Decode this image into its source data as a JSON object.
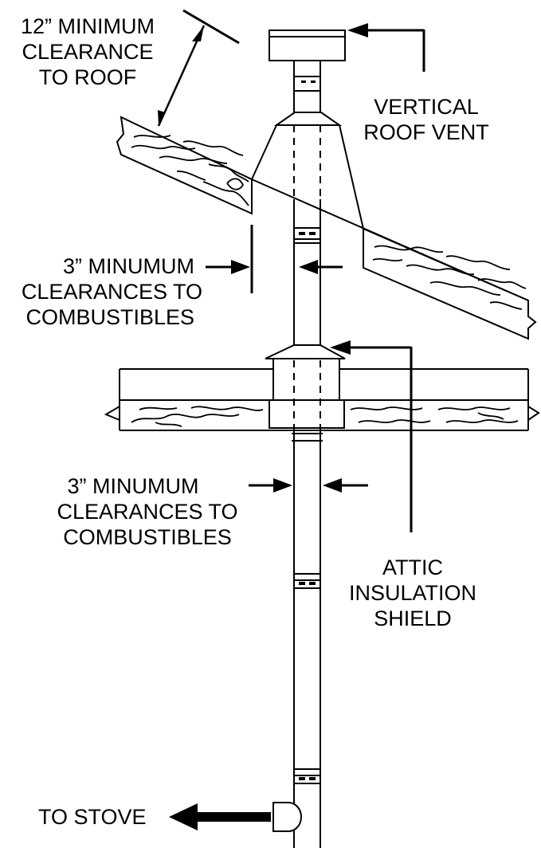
{
  "labels": {
    "roof_clearance": [
      "12” MINIMUM",
      "CLEARANCE",
      "TO ROOF"
    ],
    "roof_vent": [
      "VERTICAL",
      "ROOF VENT"
    ],
    "clearance_upper": [
      "3” MINUMUM",
      "CLEARANCES TO",
      "COMBUSTIBLES"
    ],
    "clearance_lower": [
      "3” MINUMUM",
      "CLEARANCES TO",
      "COMBUSTIBLES"
    ],
    "attic_shield": [
      "ATTIC",
      "INSULATION",
      "SHIELD"
    ],
    "to_stove": "TO STOVE"
  },
  "colors": {
    "ink": "#000000",
    "paper": "#ffffff"
  }
}
